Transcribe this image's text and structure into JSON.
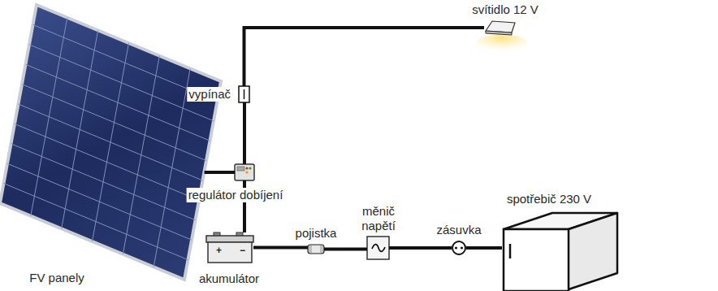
{
  "diagram": {
    "nodes": [
      {
        "text": [
          "FV panely"
        ]
      },
      {
        "text": [
          "regulátor dobíjení"
        ]
      },
      {
        "text": [
          "vypínač"
        ]
      },
      {
        "text": [
          "svítidlo 12 V"
        ]
      },
      {
        "text": [
          "akumulátor"
        ]
      },
      {
        "text": [
          "pojistka"
        ]
      },
      {
        "text": [
          "měnič napětí"
        ]
      },
      {
        "text": [
          "zásuvka"
        ]
      },
      {
        "text": [
          "spotřebič 230 V"
        ]
      }
    ],
    "edges": [
      {
        "from": 0,
        "to": 1,
        "arrow": "none"
      },
      {
        "from": 1,
        "to": 2,
        "arrow": "none"
      },
      {
        "from": 2,
        "to": 3,
        "arrow": "none"
      },
      {
        "from": 1,
        "to": 4,
        "arrow": "none"
      },
      {
        "from": 4,
        "to": 5,
        "arrow": "none"
      },
      {
        "from": 5,
        "to": 6,
        "arrow": "none"
      },
      {
        "from": 6,
        "to": 7,
        "arrow": "none"
      },
      {
        "from": 7,
        "to": 8,
        "arrow": "none"
      }
    ],
    "labels": [
      "+",
      "−"
    ]
  }
}
